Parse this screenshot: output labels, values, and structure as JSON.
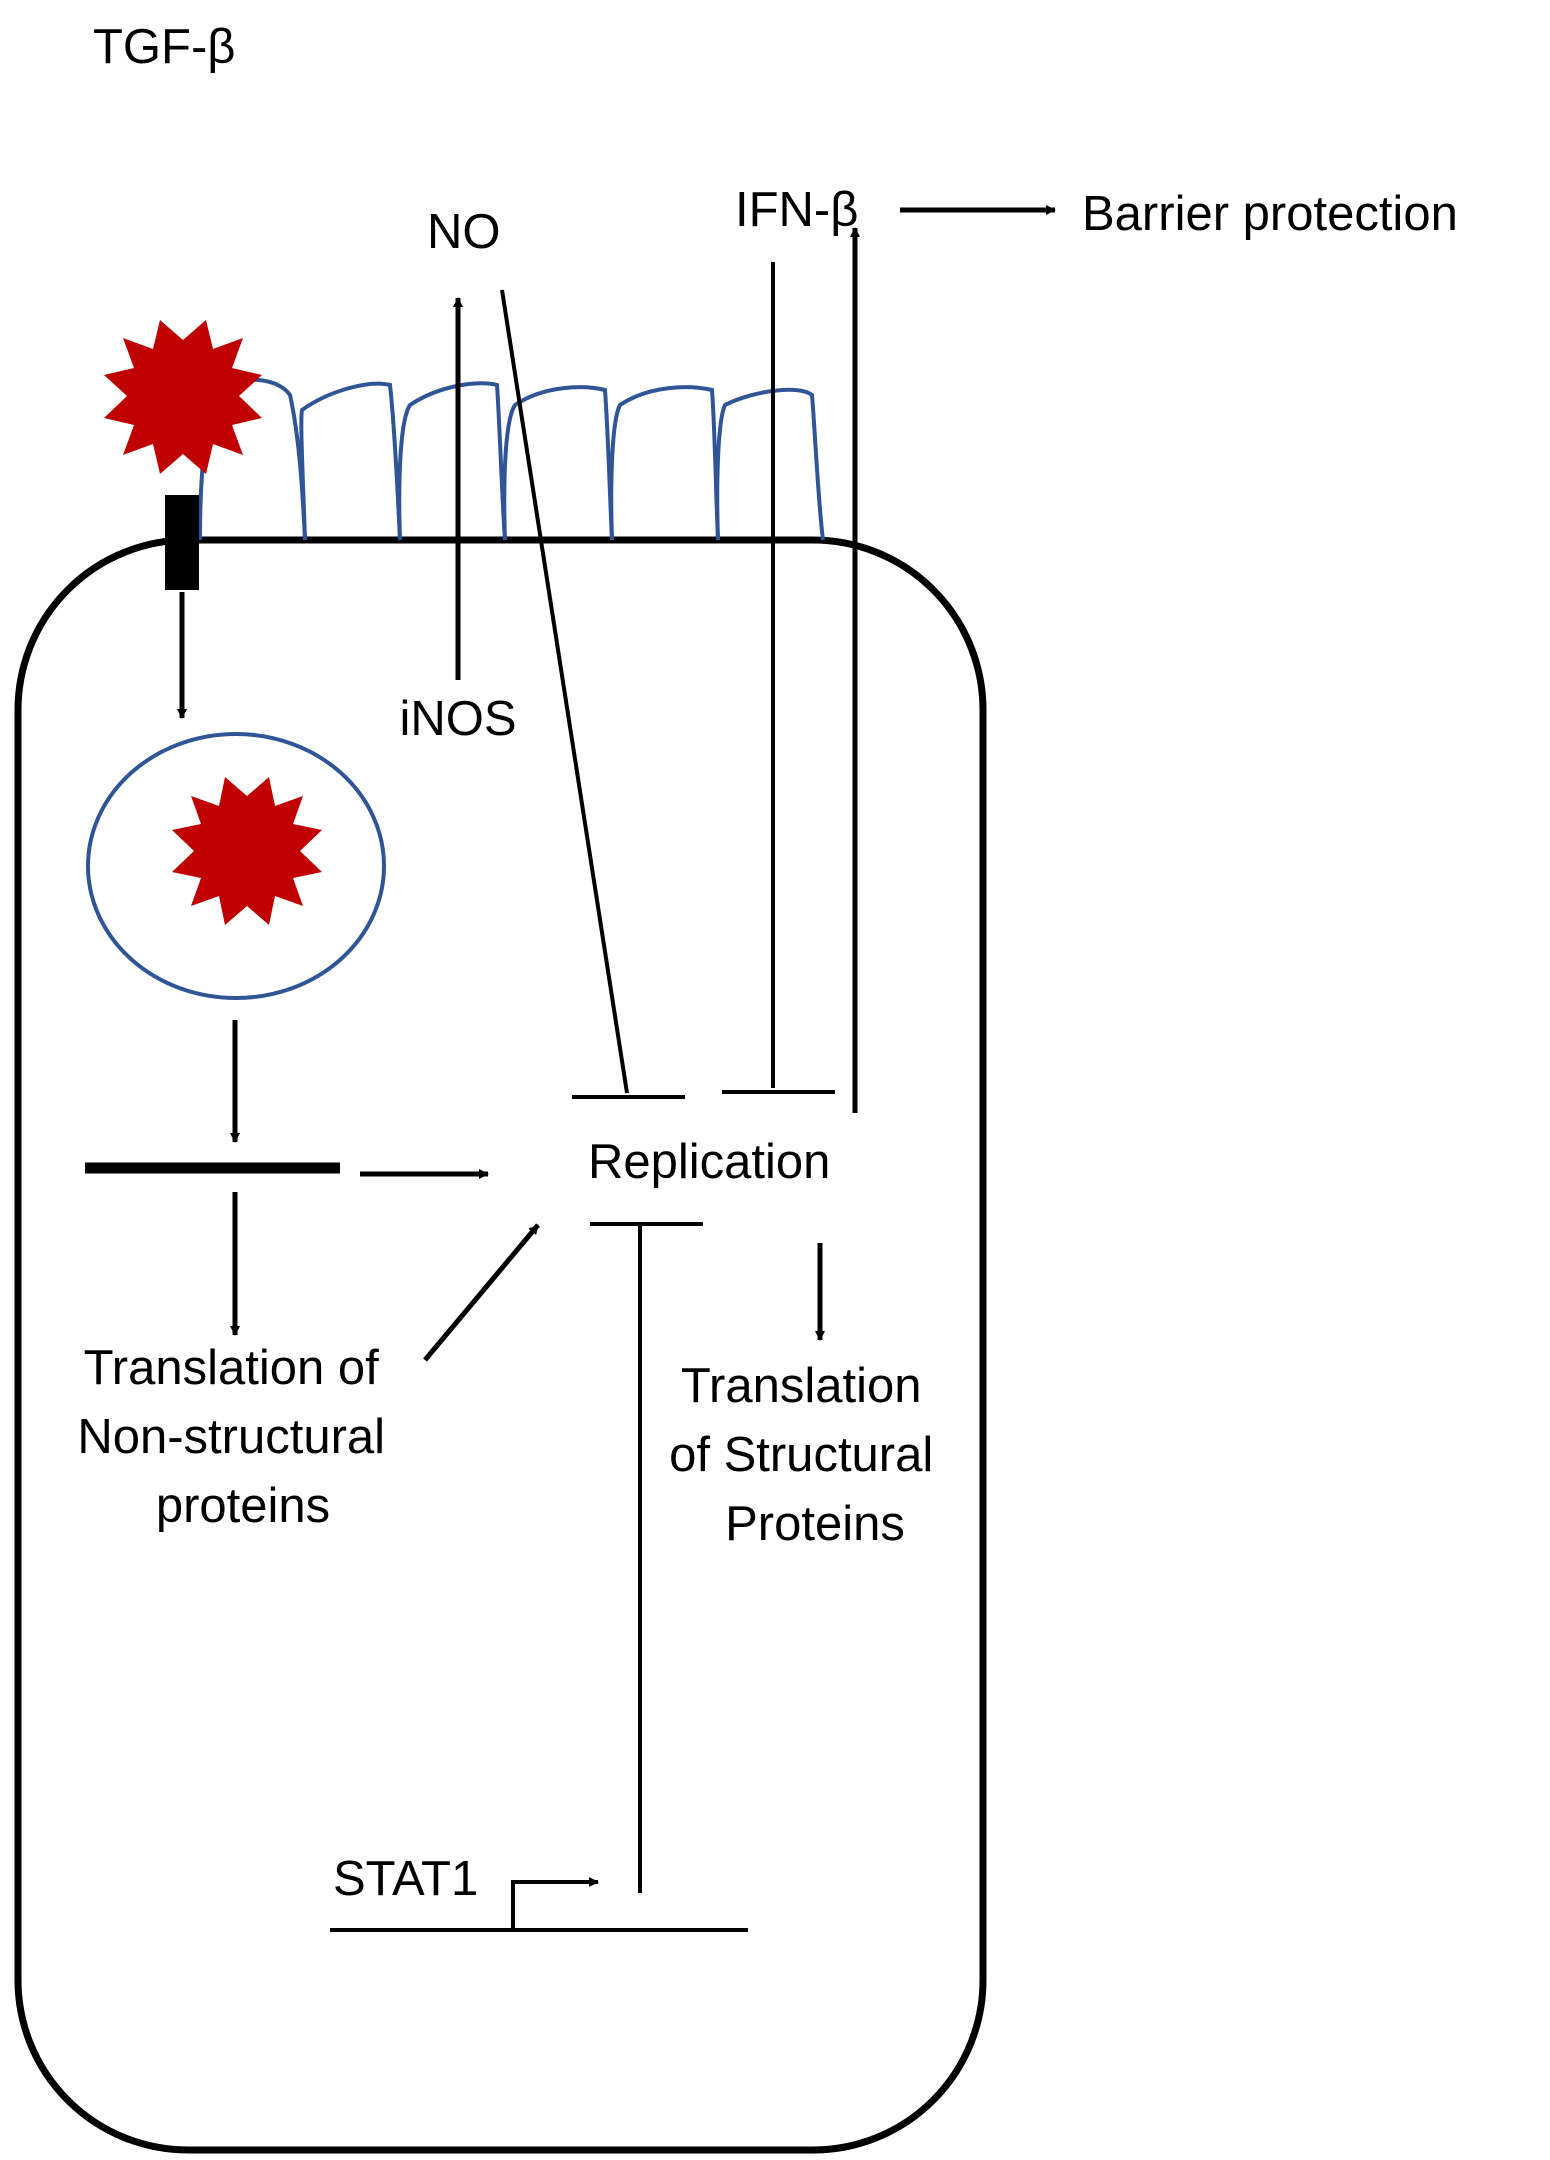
{
  "labels": {
    "tgf_beta": "TGF-β",
    "no": "NO",
    "ifn_beta": "IFN-β",
    "barrier_protection": "Barrier protection",
    "inos": "iNOS",
    "replication": "Replication",
    "translation_nonstructural": [
      "Translation of",
      "Non-structural",
      "proteins"
    ],
    "translation_structural": [
      "Translation",
      "of Structural",
      "Proteins"
    ],
    "stat1": "STAT1"
  },
  "colors": {
    "virus": "#c00000",
    "microvilli": "#2f5597",
    "endosome": "#2f5597",
    "line": "#000000",
    "background": "#ffffff"
  }
}
